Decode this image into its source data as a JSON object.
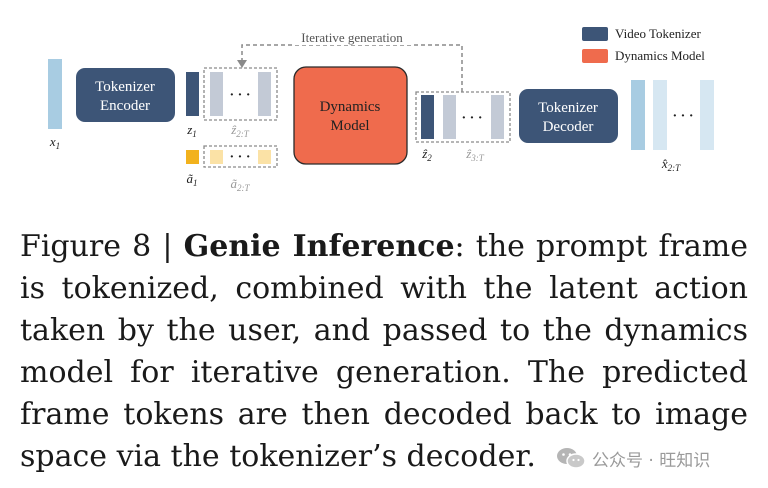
{
  "diagram": {
    "legend": {
      "video_tokenizer": "Video Tokenizer",
      "dynamics_model": "Dynamics Model"
    },
    "loop_label": "Iterative generation",
    "encoder_line1": "Tokenizer",
    "encoder_line2": "Encoder",
    "dynamics_line1": "Dynamics",
    "dynamics_line2": "Model",
    "decoder_line1": "Tokenizer",
    "decoder_line2": "Decoder",
    "dots": "· · ·",
    "labels": {
      "x1": "x",
      "x1_sub": "1",
      "z1": "z",
      "z1_sub": "1",
      "z_hat_2T": "ẑ",
      "z_hat_2T_sub": "2:T",
      "a_tilde_1": "ã",
      "a_tilde_1_sub": "1",
      "a_tilde_2T": "ã",
      "a_tilde_2T_sub": "2:T",
      "z_hat_2": "ẑ",
      "z_hat_2_sub": "2",
      "z_hat_3T": "ẑ",
      "z_hat_3T_sub": "3:T",
      "x_hat_2T": "x̂",
      "x_hat_2T_sub": "2:T"
    },
    "colors": {
      "tokenizer": "#3d5577",
      "dynamics": "#ef6b4d",
      "frame": "#a8cce2",
      "frame_light": "#d6e7f2",
      "token_gray": "#c3cad6",
      "action": "#f2b21d",
      "action_light": "#fbe2a6"
    }
  },
  "caption": {
    "prefix": "Figure 8 | ",
    "label": "Genie Inference",
    "text": ": the prompt frame is tokenized, combined with the latent action taken by the user, and passed to the dynamics model for iterative generation. The predicted frame tokens are then decoded back to image space via the tokenizer’s decoder."
  },
  "watermark": {
    "text": "公众号 · 旺知识",
    "icon": "wechat-icon"
  }
}
